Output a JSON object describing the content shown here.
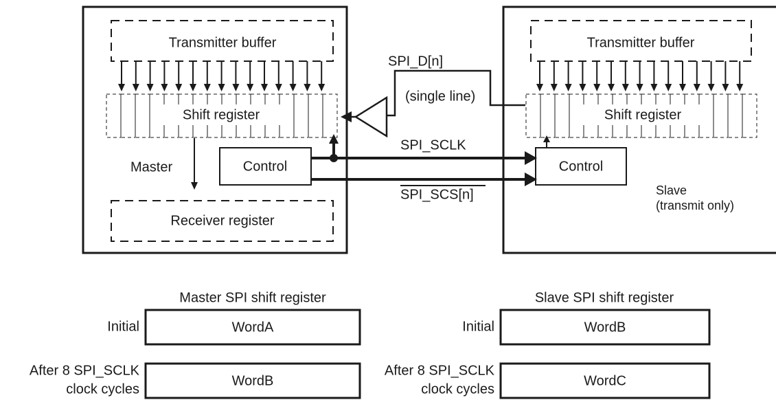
{
  "master": {
    "tx_buffer": "Transmitter buffer",
    "shift_register": "Shift register",
    "label": "Master",
    "control": "Control",
    "rx_register": "Receiver register"
  },
  "slave": {
    "tx_buffer": "Transmitter buffer",
    "shift_register": "Shift register",
    "control": "Control",
    "label_line1": "Slave",
    "label_line2": "(transmit only)"
  },
  "signals": {
    "data": "SPI_D[n]",
    "data_note": "(single line)",
    "clock": "SPI_SCLK",
    "chip_select": "SPI_SCS[n]"
  },
  "tables": [
    {
      "title": "Master SPI shift register",
      "rows": [
        {
          "label_lines": [
            "Initial"
          ],
          "value": "WordA"
        },
        {
          "label_lines": [
            "After 8 SPI_SCLK",
            "clock cycles"
          ],
          "value": "WordB"
        }
      ]
    },
    {
      "title": "Slave SPI shift register",
      "rows": [
        {
          "label_lines": [
            "Initial"
          ],
          "value": "WordB"
        },
        {
          "label_lines": [
            "After 8 SPI_SCLK",
            "clock cycles"
          ],
          "value": "WordC"
        }
      ]
    }
  ]
}
